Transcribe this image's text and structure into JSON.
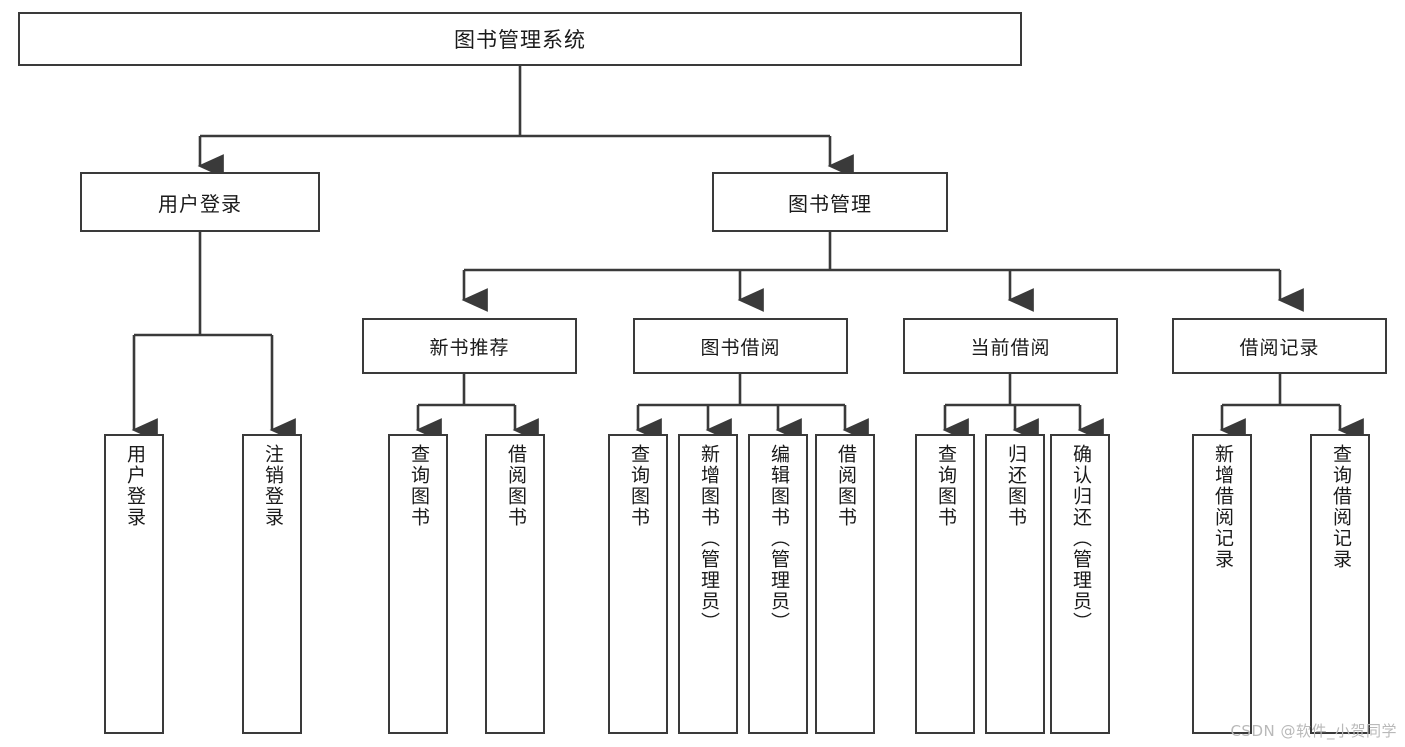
{
  "diagram": {
    "title": "图书管理系统",
    "type": "tree",
    "watermark": "CSDN @软件_小贺同学",
    "colors": {
      "box_border": "#3a3a3a",
      "box_fill": "#ffffff",
      "edge": "#3a3a3a",
      "text": "#1a1a1a",
      "watermark": "#b9b9b9",
      "background": "#ffffff"
    },
    "nodes": {
      "root": {
        "label": "图书管理系统"
      },
      "level2": [
        {
          "id": "user-login",
          "label": "用户登录"
        },
        {
          "id": "book-manage",
          "label": "图书管理"
        }
      ],
      "level3": [
        {
          "id": "new-book-recommend",
          "label": "新书推荐"
        },
        {
          "id": "book-borrow",
          "label": "图书借阅"
        },
        {
          "id": "current-borrow",
          "label": "当前借阅"
        },
        {
          "id": "borrow-record",
          "label": "借阅记录"
        }
      ],
      "leaves": [
        {
          "id": "leaf-user-login",
          "label": "用户登录",
          "parent": "user-login"
        },
        {
          "id": "leaf-user-logout",
          "label": "注销登录",
          "parent": "user-login"
        },
        {
          "id": "leaf-query-book-1",
          "label": "查询图书",
          "parent": "new-book-recommend"
        },
        {
          "id": "leaf-borrow-book-1",
          "label": "借阅图书",
          "parent": "new-book-recommend"
        },
        {
          "id": "leaf-query-book-2",
          "label": "查询图书",
          "parent": "book-borrow"
        },
        {
          "id": "leaf-add-book",
          "label": "新增图书（管理员）",
          "parent": "book-borrow"
        },
        {
          "id": "leaf-edit-book",
          "label": "编辑图书（管理员）",
          "parent": "book-borrow"
        },
        {
          "id": "leaf-borrow-book-2",
          "label": "借阅图书",
          "parent": "book-borrow"
        },
        {
          "id": "leaf-query-book-3",
          "label": "查询图书",
          "parent": "current-borrow"
        },
        {
          "id": "leaf-return-book",
          "label": "归还图书",
          "parent": "current-borrow"
        },
        {
          "id": "leaf-confirm-return",
          "label": "确认归还（管理员）",
          "parent": "current-borrow"
        },
        {
          "id": "leaf-add-record",
          "label": "新增借阅记录",
          "parent": "borrow-record"
        },
        {
          "id": "leaf-query-record",
          "label": "查询借阅记录",
          "parent": "borrow-record"
        }
      ]
    }
  }
}
